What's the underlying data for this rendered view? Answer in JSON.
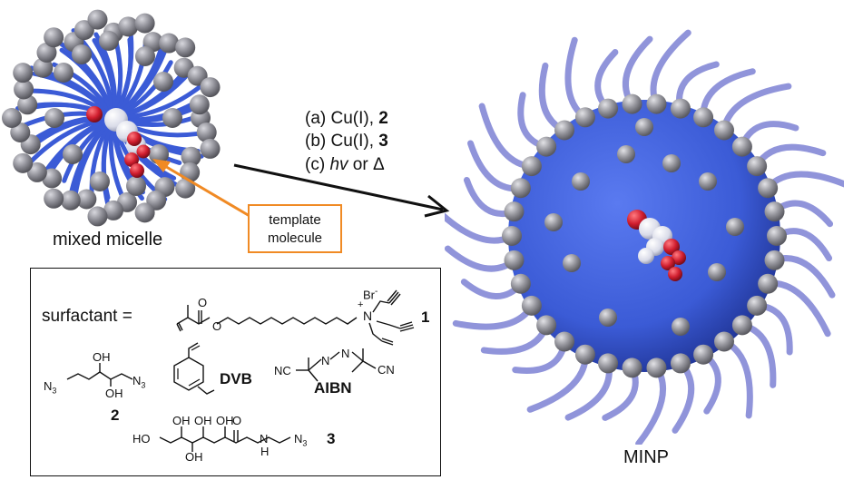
{
  "labels": {
    "mixed_micelle": "mixed micelle",
    "minp": "MINP",
    "template_line1": "template",
    "template_line2": "molecule"
  },
  "steps": [
    {
      "prefix": "(a) Cu(I), ",
      "bold": "2"
    },
    {
      "prefix": "(b) Cu(I), ",
      "bold": "3"
    },
    {
      "prefix": "(c) ",
      "italic": "hv",
      "suffix": " or Δ"
    }
  ],
  "legend": {
    "surfactant_label": "surfactant  =",
    "surfactant_number": "1",
    "bromide": "Br",
    "compound2_number": "2",
    "dvb": "DVB",
    "aibn": "AIBN",
    "compound3_number": "3",
    "atoms": {
      "o1": "O",
      "o2": "O",
      "n_plus": "N",
      "plus": "+",
      "minus": "-",
      "n3_a": "N",
      "n3_b": "N",
      "oh_a": "OH",
      "oh_b": "OH",
      "nc": "NC",
      "cn": "CN",
      "n_azo1": "N",
      "n_azo2": "N",
      "ho": "HO",
      "oh1": "OH",
      "oh2": "OH",
      "oh3": "OH",
      "oh4": "OH",
      "o3": "O",
      "nh_n": "N",
      "nh_h": "H",
      "n3_c": "N"
    }
  },
  "colors": {
    "micelle_blue": "#3b5bd6",
    "sphere_gray": "#8d8d93",
    "tail_lavender": "#8a8ed8",
    "template_red": "#d01d2e",
    "callout_orange": "#f08a24"
  }
}
